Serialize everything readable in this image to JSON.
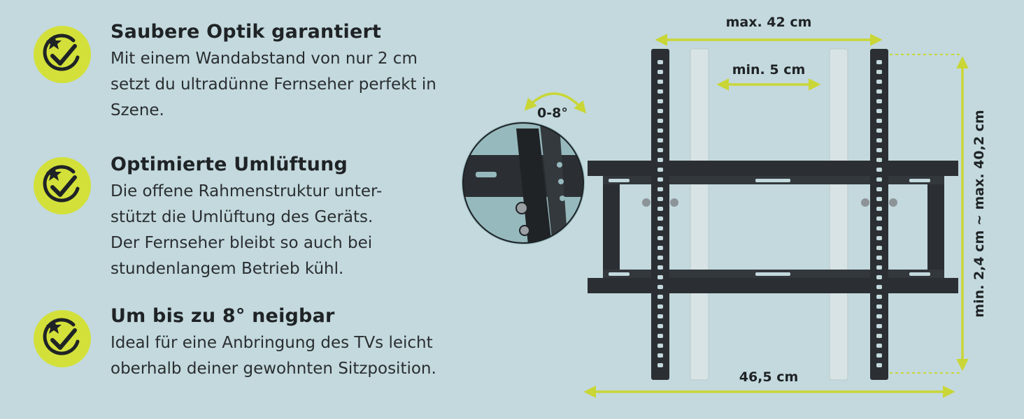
{
  "features": [
    {
      "title": "Saubere Optik garantiert",
      "lines": [
        "Mit einem Wandabstand von nur 2 cm",
        "setzt du ultradünne Fernseher perfekt in",
        "Szene."
      ],
      "icon": "star-check-badge-icon"
    },
    {
      "title": "Optimierte Umlüftung",
      "lines": [
        "Die offene Rahmenstruktur unter-",
        "stützt die Umlüftung des Geräts.",
        "Der Fernseher bleibt so auch bei",
        "stundenlangem Betrieb kühl."
      ],
      "icon": "star-check-badge-icon"
    },
    {
      "title": "Um bis zu 8° neigbar",
      "lines": [
        "Ideal für eine Anbringung des TVs leicht",
        "oberhalb deiner gewohnten Sitzposition."
      ],
      "icon": "star-check-badge-icon"
    }
  ],
  "diagram": {
    "max_width": "max. 42 cm",
    "min_width": "min. 5 cm",
    "tilt": "0-8°",
    "total_width": "46,5 cm",
    "height_range": "min. 2,4 cm ~ max. 40,2 cm"
  },
  "colors": {
    "background": "#c3d9dd",
    "accent": "#d3e03a",
    "text": "#1f2326",
    "bracket": "#2b2f33"
  }
}
